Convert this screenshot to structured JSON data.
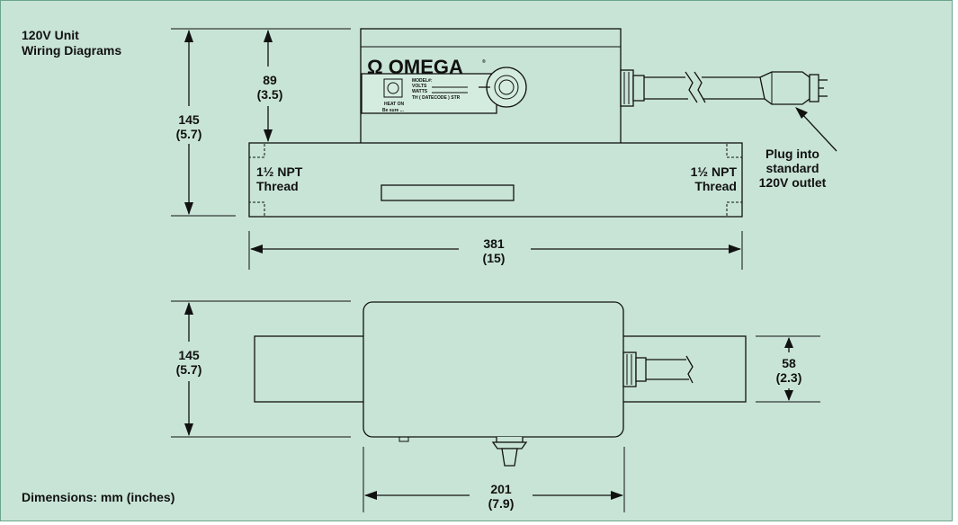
{
  "title": {
    "line1": "120V Unit",
    "line2": "Wiring Diagrams"
  },
  "footer": "Dimensions: mm (inches)",
  "top_view": {
    "height_total": {
      "mm": "145",
      "in": "(5.7)"
    },
    "height_box": {
      "mm": "89",
      "in": "(3.5)"
    },
    "length": {
      "mm": "381",
      "in": "(15)"
    },
    "thread_left": {
      "line1": "1½ NPT",
      "line2": "Thread"
    },
    "thread_right": {
      "line1": "1½ NPT",
      "line2": "Thread"
    },
    "plug_note": {
      "line1": "Plug into",
      "line2": "standard",
      "line3": "120V outlet"
    }
  },
  "label_plate": {
    "logo": "Ω OMEGA",
    "model": "MODEL#:",
    "volts": "VOLTS",
    "watts": "WATTS",
    "code": "TH ( DATECODE ) STR",
    "heat_on": "HEAT ON",
    "fine_print": "Be sure ..."
  },
  "bottom_view": {
    "height_total": {
      "mm": "145",
      "in": "(5.7)"
    },
    "pipe_dia": {
      "mm": "58",
      "in": "(2.3)"
    },
    "box_width": {
      "mm": "201",
      "in": "(7.9)"
    }
  }
}
